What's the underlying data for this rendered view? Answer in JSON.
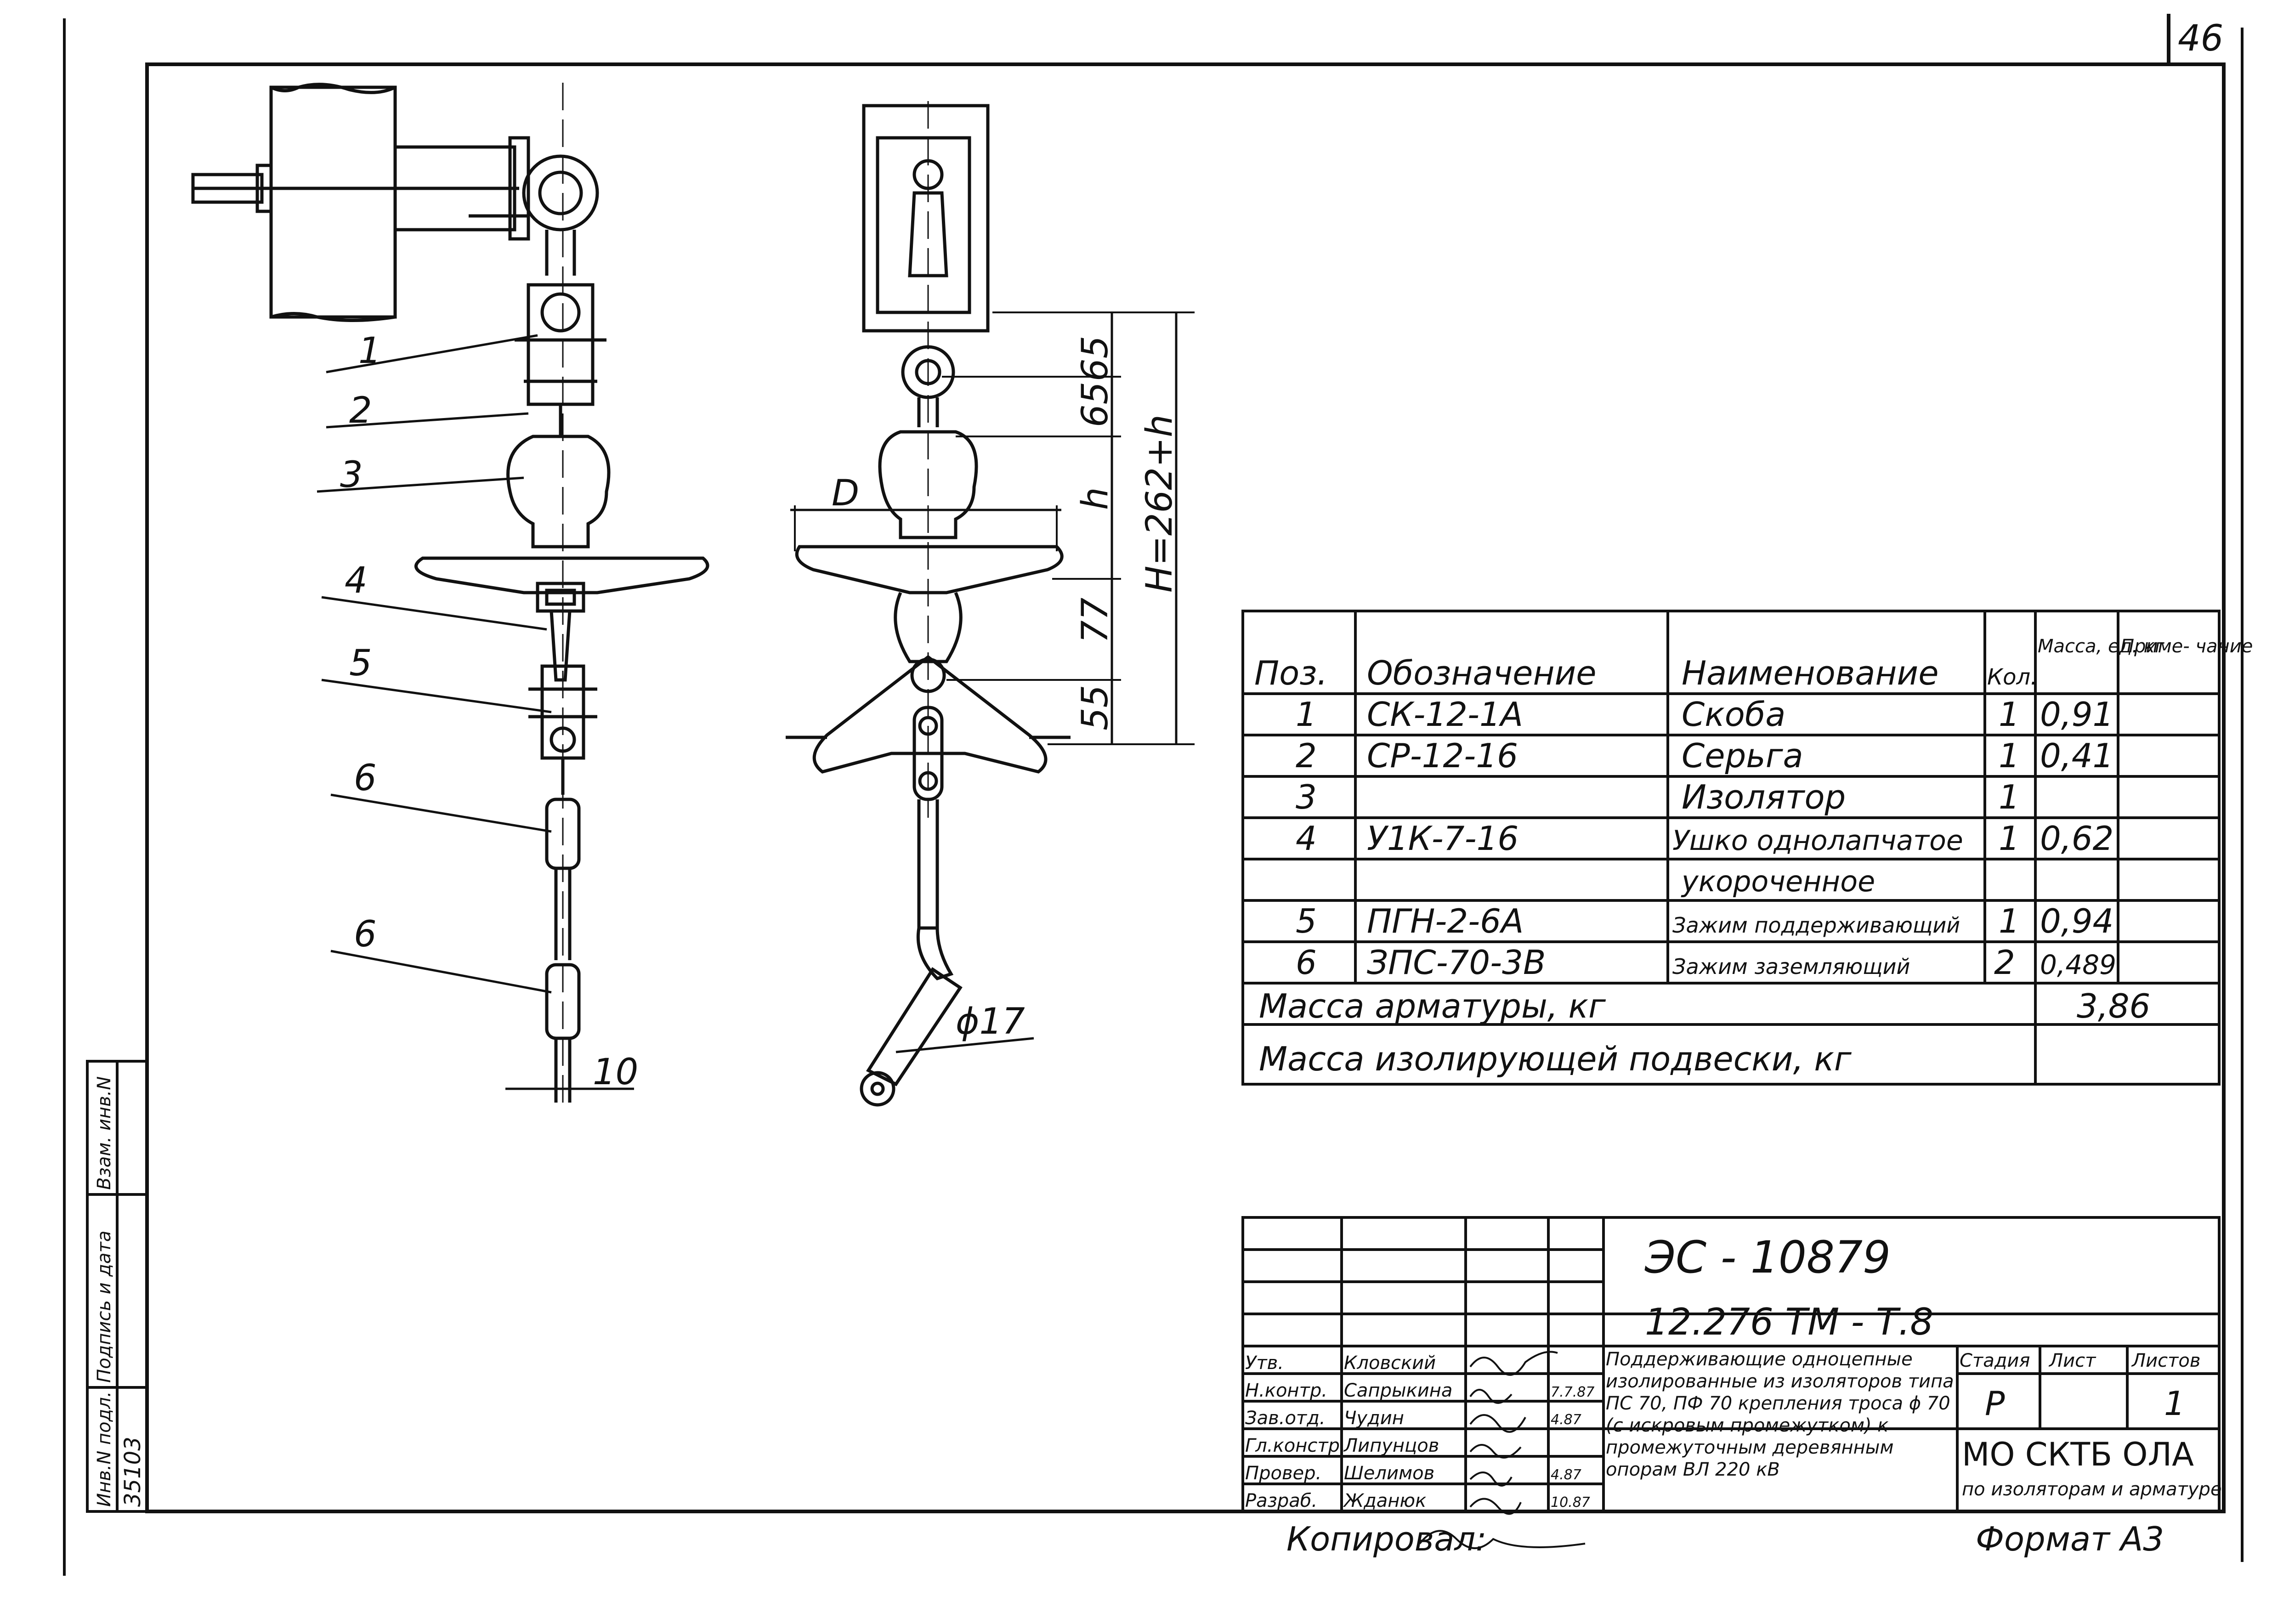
{
  "page_number": "46",
  "callouts": [
    "1",
    "2",
    "3",
    "4",
    "5",
    "6",
    "6"
  ],
  "dimensions": {
    "d": "D",
    "d65a": "65",
    "d65b": "65",
    "h": "h",
    "d77": "77",
    "d55": "55",
    "H": "H=262+h",
    "d10": "10",
    "phi17": "ϕ17"
  },
  "spec_table": {
    "headers": [
      "Поз.",
      "Обозначение",
      "Наименование",
      "Кол.",
      "Масса, ед. кг",
      "Приме- чание"
    ],
    "rows": [
      {
        "pos": "1",
        "code": "СК-12-1А",
        "name": "Скоба",
        "qty": "1",
        "mass": "0,91",
        "note": ""
      },
      {
        "pos": "2",
        "code": "СР-12-16",
        "name": "Серьга",
        "qty": "1",
        "mass": "0,41",
        "note": ""
      },
      {
        "pos": "3",
        "code": "",
        "name": "Изолятор",
        "qty": "1",
        "mass": "",
        "note": ""
      },
      {
        "pos": "4",
        "code": "У1К-7-16",
        "name": "Ушко однолапчатое",
        "qty": "1",
        "mass": "0,62",
        "note": ""
      },
      {
        "pos": "",
        "code": "",
        "name": "укороченное",
        "qty": "",
        "mass": "",
        "note": ""
      },
      {
        "pos": "5",
        "code": "ПГН-2-6А",
        "name": "Зажим поддерживающий",
        "qty": "1",
        "mass": "0,94",
        "note": ""
      },
      {
        "pos": "6",
        "code": "ЗПС-70-3В",
        "name": "Зажим заземляющий",
        "qty": "2",
        "mass": "0,489",
        "note": ""
      }
    ],
    "mass_fittings_label": "Масса арматуры, кг",
    "mass_fittings_value": "3,86",
    "mass_suspension_label": "Масса изолирующей подвески, кг",
    "mass_suspension_value": ""
  },
  "side_stamp": {
    "inv_no_label": "Инв.N подл.",
    "inv_no_value": "35103",
    "sign_date_label": "Подпись и дата",
    "replace_label": "Взам. инв.N"
  },
  "title_block": {
    "doc_code": "ЭС - 10879",
    "drawing_no": "12.276 ТМ - Т.8",
    "title": "Поддерживающие одноцепные изолированные из изоляторов типа ПС 70, ПФ 70 крепления троса ϕ 70 (с искровым промежутком) к промежуточным деревянным опорам ВЛ 220 кВ",
    "stage_label": "Стадия",
    "sheet_label": "Лист",
    "sheets_label": "Листов",
    "stage_value": "Р",
    "sheets_value": "1",
    "org_name": "МО СКТБ ОЛА",
    "org_subtitle": "по изоляторам и арматуре",
    "roles": [
      {
        "role": "Утв.",
        "name": "Кловский"
      },
      {
        "role": "Н.контр.",
        "name": "Сапрыкина"
      },
      {
        "role": "Зав.отд.",
        "name": "Чудин"
      },
      {
        "role": "Гл.констр.",
        "name": "Липунцов"
      },
      {
        "role": "Провер.",
        "name": "Шелимов"
      },
      {
        "role": "Разраб.",
        "name": "Жданюк"
      }
    ],
    "dates": [
      "7.7.87",
      "4.87",
      "",
      "4.87",
      "10.87"
    ]
  },
  "copied_label": "Копировал:",
  "format_label": "Формат А3"
}
